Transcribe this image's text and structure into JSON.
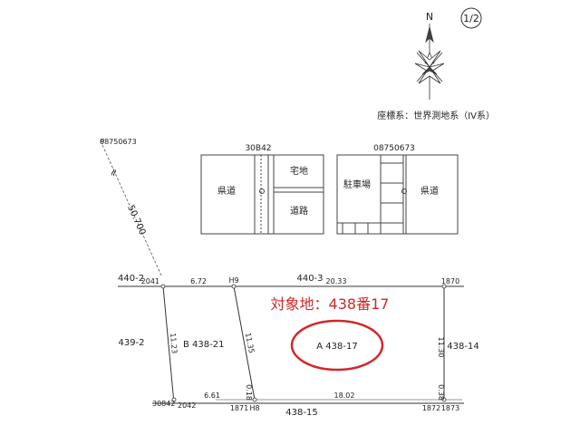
{
  "page_no": "1/2",
  "north": "N",
  "coord_system": "座標系：世界測地系（IV系）",
  "break_symbol": "≈",
  "inset_left": {
    "code": "30B42",
    "road": "県道",
    "lot1": "宅地",
    "lot2": "道路"
  },
  "inset_right": {
    "code": "08750673",
    "parking": "駐車場",
    "road": "県道"
  },
  "top_point": "08750673",
  "dim_long": "50.700",
  "neighbors": {
    "top_left": "440-2",
    "top_mid": "440-3",
    "left": "439-2",
    "right": "438-14",
    "bottom": "438-15"
  },
  "points": {
    "p2041": "2041",
    "h9": "H9",
    "p1870": "1870",
    "p30842": "30842",
    "p2042": "2042",
    "p1871": "1871",
    "h8": "H8",
    "p1872": "1872",
    "p1873": "1873"
  },
  "distances": {
    "top_a": "6.72",
    "top_b": "20.33",
    "left_side": "11.23",
    "mid_side": "11.35",
    "right_side": "11.30",
    "bottom_a": "6.61",
    "bottom_b": "18.02",
    "small_mid": "0.18",
    "small_right": "0.38"
  },
  "parcels": {
    "b_label": "B 438-21",
    "a_label": "A 438-17"
  },
  "target": "対象地：438番17"
}
